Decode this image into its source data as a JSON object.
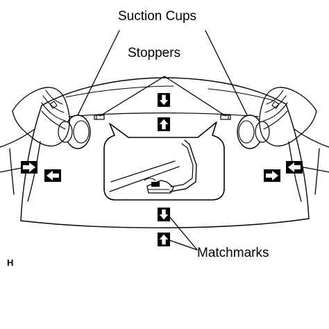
{
  "labels": {
    "suction_cups": "Suction Cups",
    "stoppers": "Stoppers",
    "matchmarks": "Matchmarks",
    "figure_code": "H"
  },
  "colors": {
    "ink": "#000000",
    "paper": "#ffffff"
  },
  "icons": {
    "arrow_down": "arrow-down-icon",
    "arrow_up": "arrow-up-icon",
    "arrow_left": "arrow-left-icon",
    "arrow_right": "arrow-right-icon"
  }
}
